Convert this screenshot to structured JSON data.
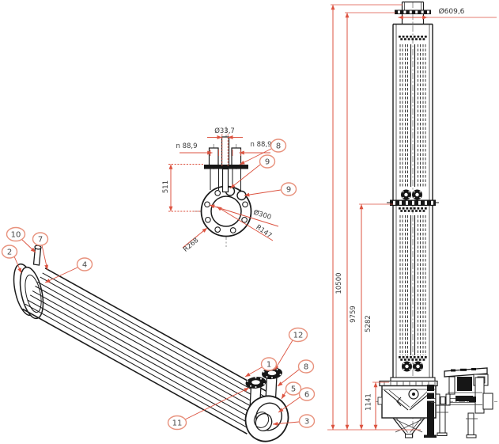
{
  "section_view": {
    "dim_pipe_top": "Ø33,7",
    "dim_nozzle_left": "n 88,9",
    "dim_nozzle_right": "n 88,9",
    "dim_height": "511",
    "dim_diameter": "Ø300",
    "dim_radius_inner": "R147",
    "dim_radius_outer": "R268",
    "callouts": [
      "8",
      "9",
      "9"
    ]
  },
  "iso_view": {
    "callouts": [
      "10",
      "7",
      "2",
      "4",
      "12",
      "1",
      "8",
      "5",
      "6",
      "3",
      "11"
    ]
  },
  "elevation_view": {
    "dim_diameter": "Ø609,6",
    "dim_total": "10500",
    "dim_upper": "9759",
    "dim_mid": "5282",
    "dim_base": "1141"
  },
  "colors": {
    "line": "#1c1c1c",
    "dimension": "#dc5340",
    "callout_outline": "#e8927d",
    "text": "#3a3a3a"
  }
}
